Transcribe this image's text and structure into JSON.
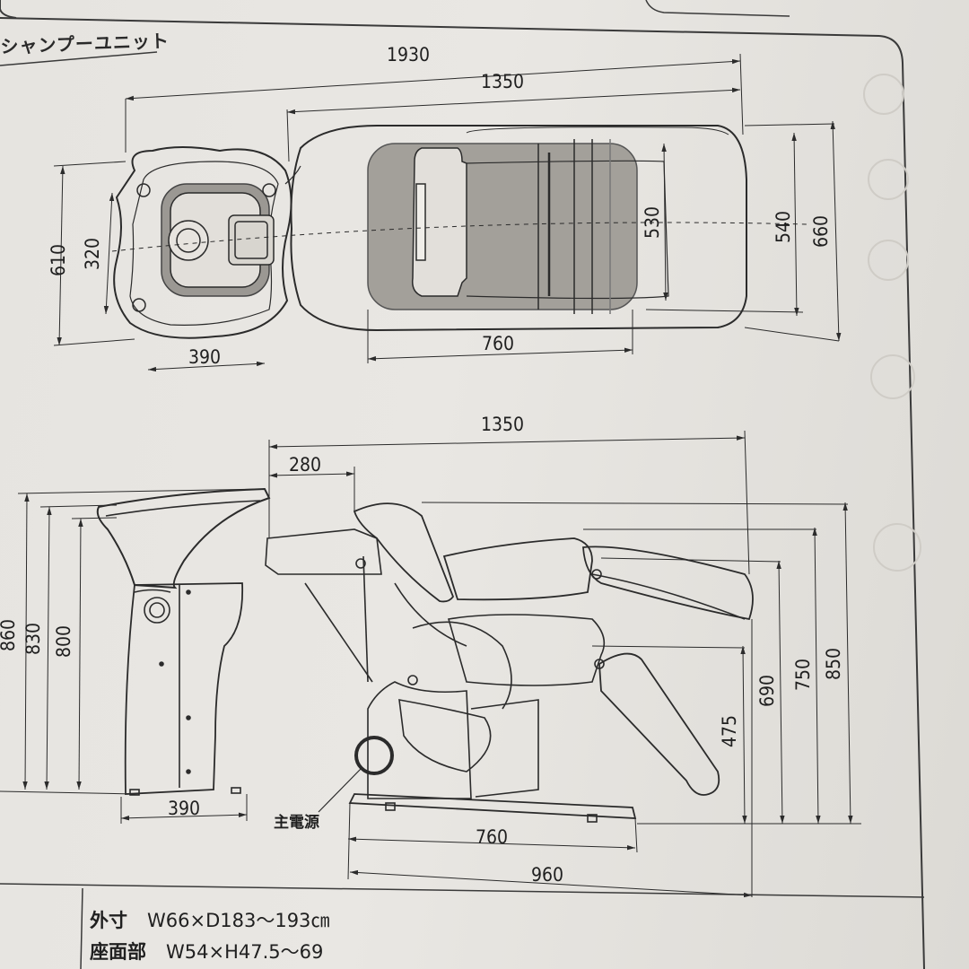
{
  "section": {
    "title": "シャンプーユニット"
  },
  "top_view": {
    "dims": {
      "overall_length": "1930",
      "body_length": "1350",
      "bowl_width": "610",
      "bowl_inner": "320",
      "bowl_depth": "390",
      "seat_length": "760",
      "seat_width": "530",
      "mid_width": "540",
      "total_width": "660"
    }
  },
  "side_view": {
    "dims": {
      "chair_length": "1350",
      "backrest_offset": "280",
      "unit_height_1": "860",
      "unit_height_2": "830",
      "unit_height_3": "800",
      "unit_base_width": "390",
      "seat_height": "475",
      "seat_top_height": "690",
      "arm_height": "750",
      "back_height": "850",
      "base_length": "760",
      "total_depth": "960"
    },
    "power_label": "主電源"
  },
  "specs": [
    {
      "label": "外寸",
      "value": "W66×D183〜193㎝"
    },
    {
      "label": "座面部",
      "value": "W54×H47.5〜69"
    }
  ]
}
